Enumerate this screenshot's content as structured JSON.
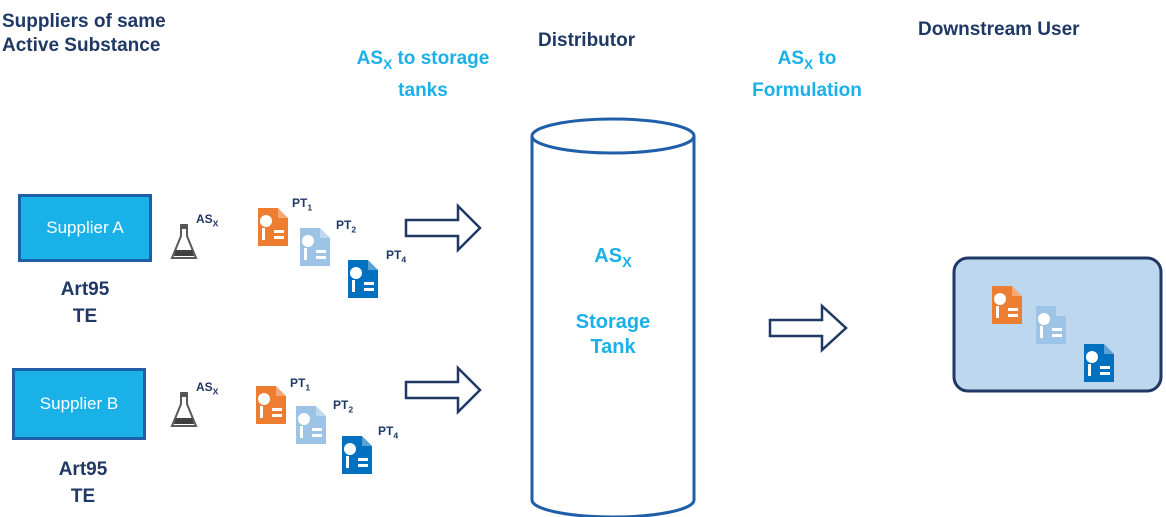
{
  "headers": {
    "suppliers_line1": "Suppliers of same",
    "suppliers_line2": "Active Substance",
    "to_storage_prefix": "AS",
    "to_storage_sub": "X",
    "to_storage_line1_rest": " to storage",
    "to_storage_line2": "tanks",
    "distributor": "Distributor",
    "to_formulation_prefix": "AS",
    "to_formulation_sub": "X",
    "to_formulation_line1_rest": " to",
    "to_formulation_line2": "Formulation",
    "downstream": "Downstream User"
  },
  "suppliers": [
    {
      "label": "Supplier A",
      "art_line1": "Art95",
      "art_line2": "TE"
    },
    {
      "label": "Supplier B",
      "art_line1": "Art95",
      "art_line2": "TE"
    }
  ],
  "substance": {
    "prefix": "AS",
    "sub": "X"
  },
  "pts": [
    {
      "prefix": "PT",
      "sub": "1"
    },
    {
      "prefix": "PT",
      "sub": "2"
    },
    {
      "prefix": "PT",
      "sub": "4"
    }
  ],
  "tank": {
    "as_prefix": "AS",
    "as_sub": "X",
    "line1": "Storage",
    "line2": "Tank"
  },
  "colors": {
    "navy": "#1f3864",
    "accent_blue": "#1ab0e8",
    "border_blue": "#1f5fa8",
    "orange": "#ed7d31",
    "light_blue": "#9dc3e6",
    "dark_blue": "#0070c0",
    "downstream_fill": "#bdd7ee"
  },
  "icons": [
    "flask-icon",
    "certificate-document-icon",
    "right-arrow-icon"
  ]
}
